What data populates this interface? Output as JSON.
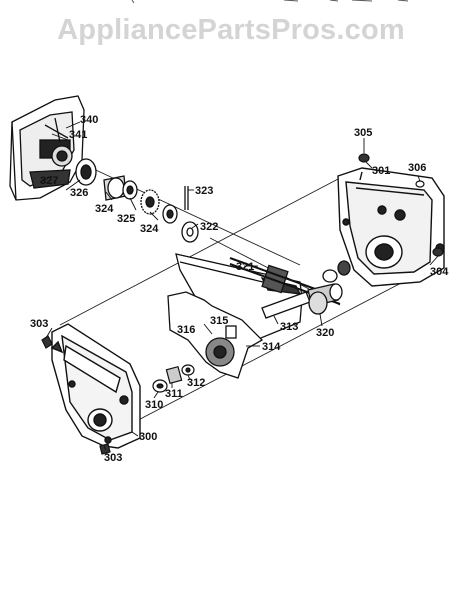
{
  "watermark": "AppliancePartsPros.com",
  "parts": {
    "p340": "340",
    "p341": "341",
    "p327": "327",
    "p326": "326",
    "p324a": "324",
    "p325": "325",
    "p324b": "324",
    "p323": "323",
    "p322": "322",
    "p305": "305",
    "p301": "301",
    "p306": "306",
    "p321": "321",
    "p304": "304",
    "p303a": "303",
    "p316": "316",
    "p315": "315",
    "p313": "313",
    "p320": "320",
    "p314": "314",
    "p312": "312",
    "p311": "311",
    "p310": "310",
    "p300": "300",
    "p303b": "303"
  }
}
